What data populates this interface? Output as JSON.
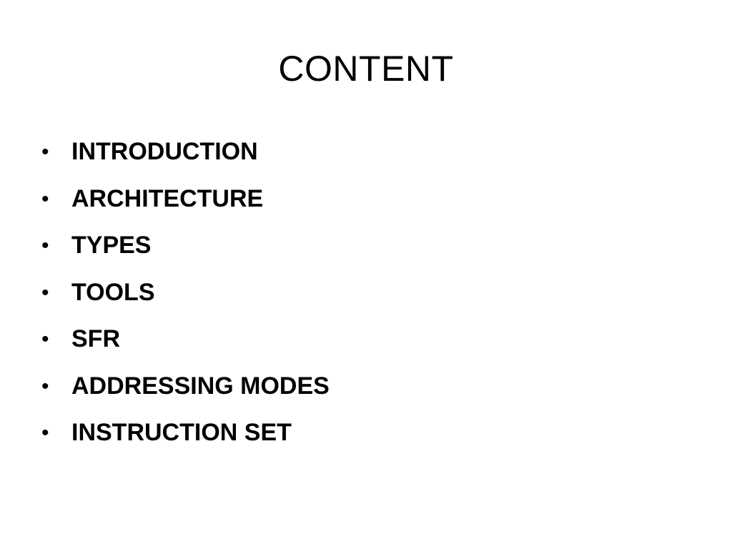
{
  "slide": {
    "title": "CONTENT",
    "bullet_symbol": "•",
    "items": [
      {
        "label": "INTRODUCTION"
      },
      {
        "label": "ARCHITECTURE"
      },
      {
        "label": "TYPES"
      },
      {
        "label": "TOOLS"
      },
      {
        "label": "SFR"
      },
      {
        "label": "ADDRESSING MODES"
      },
      {
        "label": "INSTRUCTION SET"
      }
    ]
  },
  "colors": {
    "background": "#ffffff",
    "text": "#000000"
  }
}
